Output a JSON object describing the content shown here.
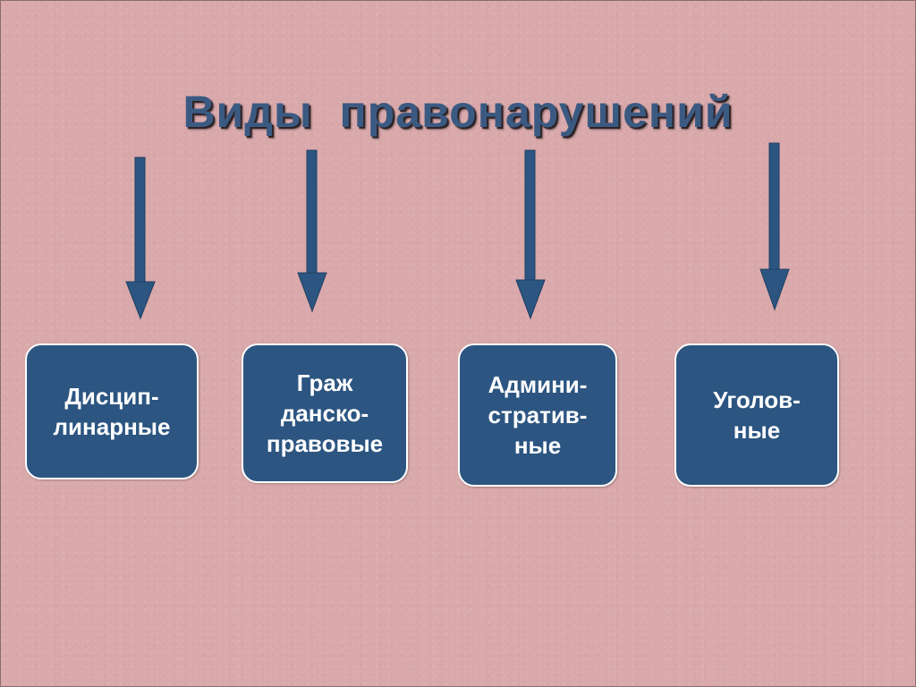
{
  "title": "Виды  правонарушений",
  "colors": {
    "background": "#d9a8aa",
    "title": "#3b5a82",
    "box_fill": "#2c5581",
    "box_border": "#ffffff",
    "arrow": "#2c5581"
  },
  "boxes": [
    {
      "label": "Дисцип-\nлинарные"
    },
    {
      "label": "Граж\nданско-\nправовые"
    },
    {
      "label": "Админи-\nстратив-\nные"
    },
    {
      "label": "Уголов-\nные"
    }
  ]
}
